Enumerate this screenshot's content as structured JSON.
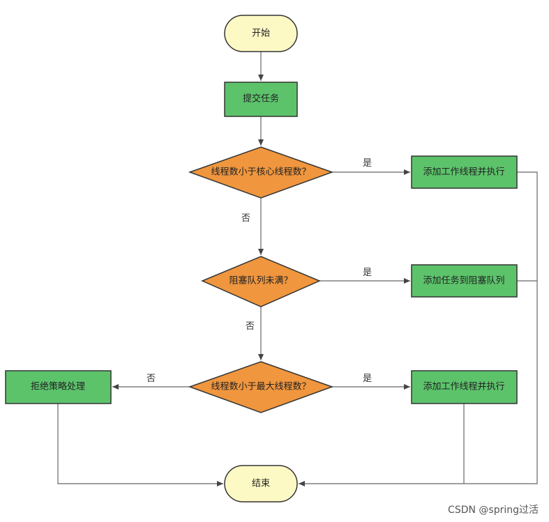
{
  "nodes": {
    "start": "开始",
    "submit": "提交任务",
    "check_core": "线程数小于核心线程数？",
    "add_worker_1": "添加工作线程并执行",
    "check_queue": "阻塞队列未满？",
    "add_to_queue": "添加任务到阻塞队列",
    "check_max": "线程数小于最大线程数？",
    "add_worker_2": "添加工作线程并执行",
    "reject": "拒绝策略处理",
    "end": "结束"
  },
  "labels": {
    "yes": "是",
    "no": "否"
  },
  "watermark": "CSDN @spring过活",
  "colors": {
    "terminal_fill": "#fdf9c4",
    "process_fill": "#5cc36b",
    "decision_fill": "#f0963e",
    "stroke": "#333333",
    "edge": "#666666"
  }
}
